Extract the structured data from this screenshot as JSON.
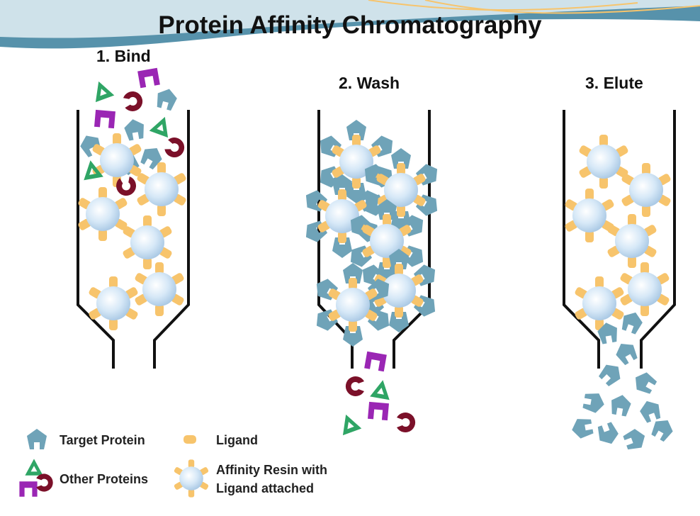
{
  "title": "Protein Affinity Chromatography",
  "steps": {
    "bind": "1. Bind",
    "wash": "2. Wash",
    "elute": "3. Elute"
  },
  "legend": {
    "target_protein": "Target Protein",
    "ligand": "Ligand",
    "other_proteins": "Other Proteins",
    "resin_line1": "Affinity Resin with",
    "resin_line2": "Ligand attached"
  },
  "colors": {
    "target_protein": "#6fa3b8",
    "ligand": "#f7c46c",
    "resin_bead": "#c9e0f3",
    "other_triangle": "#2fa565",
    "other_purple": "#9a26b4",
    "other_maroon": "#7b1029",
    "column_outline": "#111111",
    "header_band": "#2f7796"
  },
  "icons": [
    "target-protein-icon",
    "ligand-icon",
    "resin-bead-icon",
    "green-triangle-icon",
    "purple-notch-icon",
    "maroon-crescent-icon"
  ]
}
